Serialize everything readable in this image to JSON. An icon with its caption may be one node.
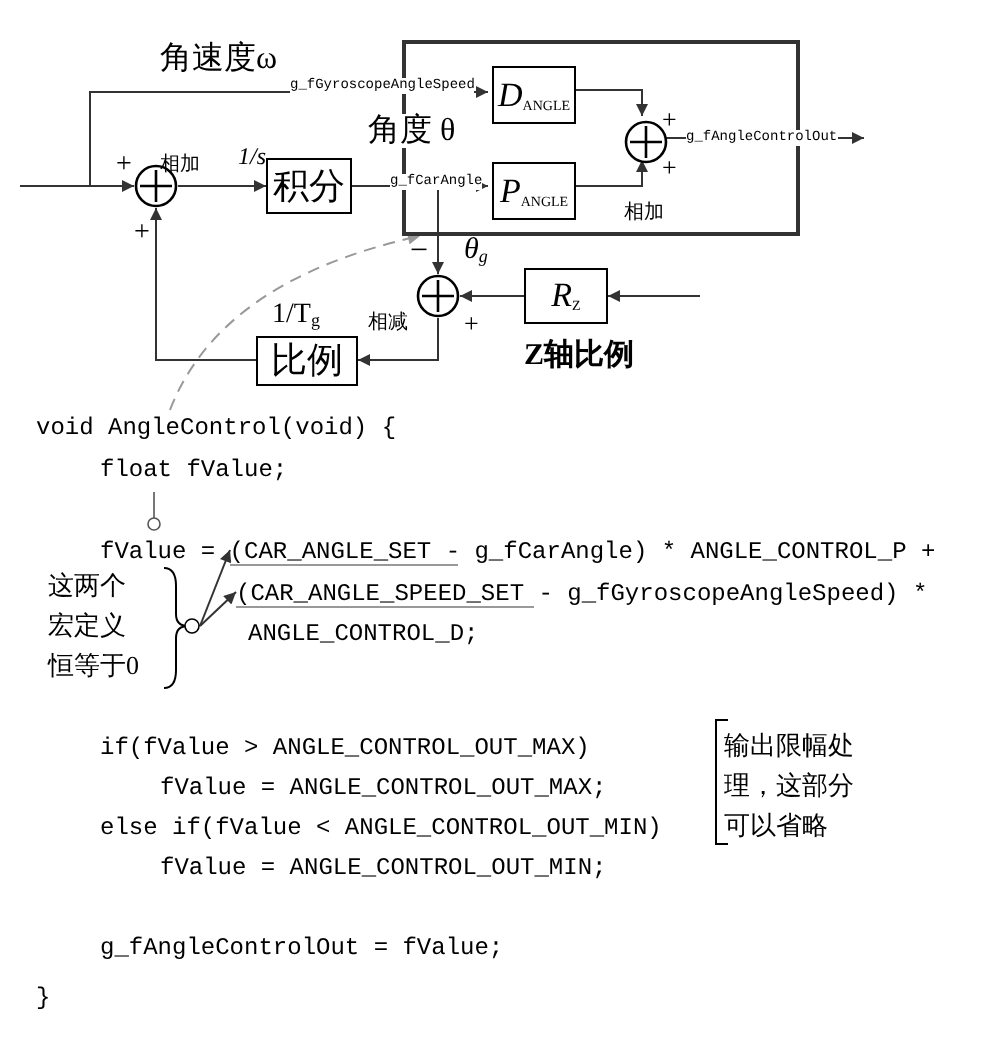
{
  "diagram": {
    "nodes": [
      {
        "text": [],
        "shape": "box"
      },
      {
        "text": [],
        "shape": "circle",
        "beside": [
          "相加"
        ]
      },
      {
        "text": [
          "积分"
        ],
        "beside": [
          "1/s"
        ]
      },
      {
        "text": [
          "D$_{ANGLE}$"
        ],
        "in": 0
      },
      {
        "text": [
          "P$_{ANGLE}$"
        ],
        "in": 0
      },
      {
        "text": [],
        "shape": "circle",
        "in": 0,
        "beside": [
          "相加"
        ]
      },
      {
        "text": [],
        "shape": "circle",
        "beside": [
          "相减"
        ]
      },
      {
        "text": [
          "R$_{Z}$"
        ],
        "beside": [
          "Z轴比例"
        ]
      },
      {
        "text": [
          "比例"
        ],
        "beside": [
          "1/T$_{g}$"
        ]
      },
      {
        "text": [
          "void AngleControl(void) {"
        ]
      },
      {
        "text": [
          "这两个宏定义恒等于0"
        ]
      },
      {
        "text": [],
        "shape": "bar"
      },
      {
        "text": [],
        "shape": "bar"
      }
    ],
    "edges": [
      {
        "from": null,
        "to": 1,
        "arrow": "to"
      },
      {
        "from": null,
        "to": 3,
        "arrow": "to"
      },
      {
        "from": 1,
        "to": 2,
        "arrow": "to"
      },
      {
        "from": 2,
        "to": 4,
        "arrow": "to"
      },
      {
        "from": 2,
        "to": 6,
        "arrow": "to"
      },
      {
        "from": 3,
        "to": 5,
        "arrow": "to"
      },
      {
        "from": 4,
        "to": 5,
        "arrow": "to"
      },
      {
        "from": 5,
        "to": null,
        "arrow": "to",
        "label": "g_fAngleControlOut"
      },
      {
        "from": null,
        "to": 7,
        "arrow": "to"
      },
      {
        "from": 7,
        "to": 6,
        "arrow": "to"
      },
      {
        "from": 6,
        "to": 8,
        "arrow": "to"
      },
      {
        "from": 8,
        "to": 1,
        "arrow": "to"
      },
      {
        "from": 9,
        "to": 0,
        "arrow": "to",
        "style": "dashed",
        "color": "#999999"
      },
      {
        "from": 10,
        "to": 11,
        "arrow": "to"
      },
      {
        "from": 10,
        "to": 12,
        "arrow": "to"
      }
    ],
    "labels": [
      "角速度ω",
      "g_fGyroscopeAngleSpeed",
      "+",
      "角度 θ",
      "g_fCarAngle",
      "+",
      "+",
      "+",
      "−",
      "θ$_{g}$",
      "+",
      "float fValue;",
      "fValue = (CAR_ANGLE_SET - g_fCarAngle) * ANGLE_CONTROL_P +",
      "(CAR_ANGLE_SPEED_SET - g_fGyroscopeAngleSpeed) *",
      "ANGLE_CONTROL_D;",
      "if(fValue > ANGLE_CONTROL_OUT_MAX)",
      "fValue = ANGLE_CONTROL_OUT_MAX;",
      "输出限幅处理，这部分可以省略",
      "else if(fValue < ANGLE_CONTROL_OUT_MIN)",
      "fValue = ANGLE_CONTROL_OUT_MIN;",
      "g_fAngleControlOut = fValue;",
      "}"
    ]
  }
}
